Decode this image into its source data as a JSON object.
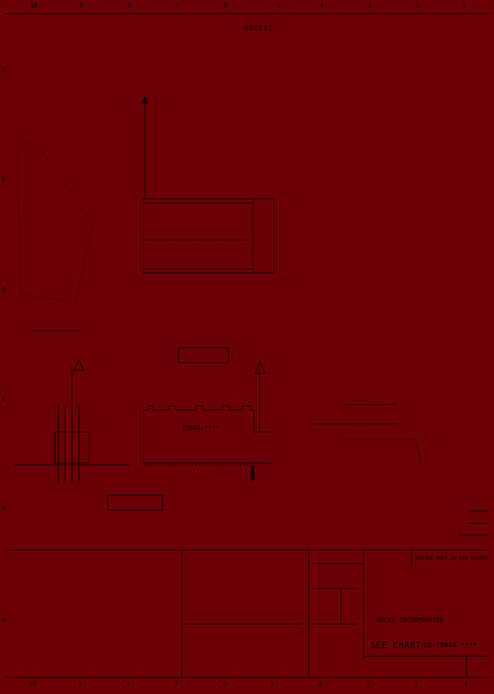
{
  "drawing": {
    "background_color": "#6b0006",
    "line_color": "#000000",
    "zones_top": [
      "10",
      "9",
      "8",
      "7",
      "6",
      "5",
      "4",
      "3",
      "2",
      "1"
    ],
    "zones_bottom": [
      "10",
      "9",
      "8",
      "7",
      "6",
      "5",
      "4",
      "3",
      "2",
      "1"
    ],
    "zones_side": [
      "F",
      "E",
      "D",
      "C",
      "B",
      "A"
    ]
  },
  "notes": {
    "heading": "NOTES:"
  },
  "title_block": {
    "revise_notice": "REVISE ONLY ON CAD SYSTEM",
    "company": "MOLEX INCORPORATED",
    "see_chart": "SEE CHART",
    "drawing_number": "SD-75044-****"
  },
  "views": {
    "part_label": "75044-****"
  }
}
